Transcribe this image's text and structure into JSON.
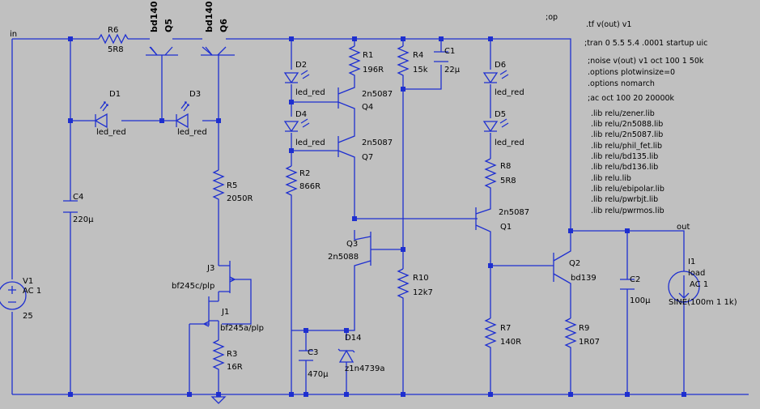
{
  "nets": {
    "in": "in",
    "out": "out"
  },
  "components": {
    "R6": {
      "ref": "R6",
      "value": "5R8"
    },
    "Q5": {
      "ref": "Q5",
      "value": "bd140"
    },
    "Q6": {
      "ref": "Q6",
      "value": "bd140"
    },
    "D1": {
      "ref": "D1",
      "value": "led_red"
    },
    "D3": {
      "ref": "D3",
      "value": "led_red"
    },
    "C4": {
      "ref": "C4",
      "value": "220µ"
    },
    "V1": {
      "ref": "V1",
      "line2": "AC 1",
      "value": "25"
    },
    "R5": {
      "ref": "R5",
      "value": "2050R"
    },
    "J3": {
      "ref": "J3",
      "value": "bf245c/plp"
    },
    "J1": {
      "ref": "J1",
      "value": "bf245a/plp"
    },
    "R3": {
      "ref": "R3",
      "value": "16R"
    },
    "D2": {
      "ref": "D2",
      "value": "led_red"
    },
    "D4": {
      "ref": "D4",
      "value": "led_red"
    },
    "R2": {
      "ref": "R2",
      "value": "866R"
    },
    "R1": {
      "ref": "R1",
      "value": "196R"
    },
    "Q4": {
      "ref": "Q4",
      "value": "2n5087"
    },
    "Q7": {
      "ref": "Q7",
      "value": "2n5087"
    },
    "Q3": {
      "ref": "Q3",
      "value": "2n5088"
    },
    "C3": {
      "ref": "C3",
      "value": "470µ"
    },
    "D14": {
      "ref": "D14",
      "value": "z1n4739a"
    },
    "R4": {
      "ref": "R4",
      "value": "15k"
    },
    "R10": {
      "ref": "R10",
      "value": "12k7"
    },
    "C1": {
      "ref": "C1",
      "value": "22µ"
    },
    "D6": {
      "ref": "D6",
      "value": "led_red"
    },
    "D5": {
      "ref": "D5",
      "value": "led_red"
    },
    "R8": {
      "ref": "R8",
      "value": "5R8"
    },
    "Q1": {
      "ref": "Q1",
      "value": "2n5087"
    },
    "R7": {
      "ref": "R7",
      "value": "140R"
    },
    "Q2": {
      "ref": "Q2",
      "value": "bd139"
    },
    "R9": {
      "ref": "R9",
      "value": "1R07"
    },
    "C2": {
      "ref": "C2",
      "value": "100µ"
    },
    "I1": {
      "ref": "I1",
      "line2": "load",
      "line3": "AC 1",
      "value": "SINE(100m 1 1k)"
    }
  },
  "directives": [
    ";op",
    ".tf v(out) v1",
    ";tran 0 5.5 5.4 .0001 startup uic",
    ";noise v(out) v1 oct 100 1 50k",
    ".options plotwinsize=0",
    ".options nomarch",
    ";ac oct 100 20 20000k",
    ".lib relu/zener.lib",
    ".lib relu/2n5088.lib",
    ".lib relu/2n5087.lib",
    ".lib relu/phil_fet.lib",
    ".lib relu/bd135.lib",
    ".lib relu/bd136.lib",
    ".lib relu.lib",
    ".lib relu/ebipolar.lib",
    ".lib relu/pwrbjt.lib",
    ".lib relu/pwrmos.lib"
  ]
}
